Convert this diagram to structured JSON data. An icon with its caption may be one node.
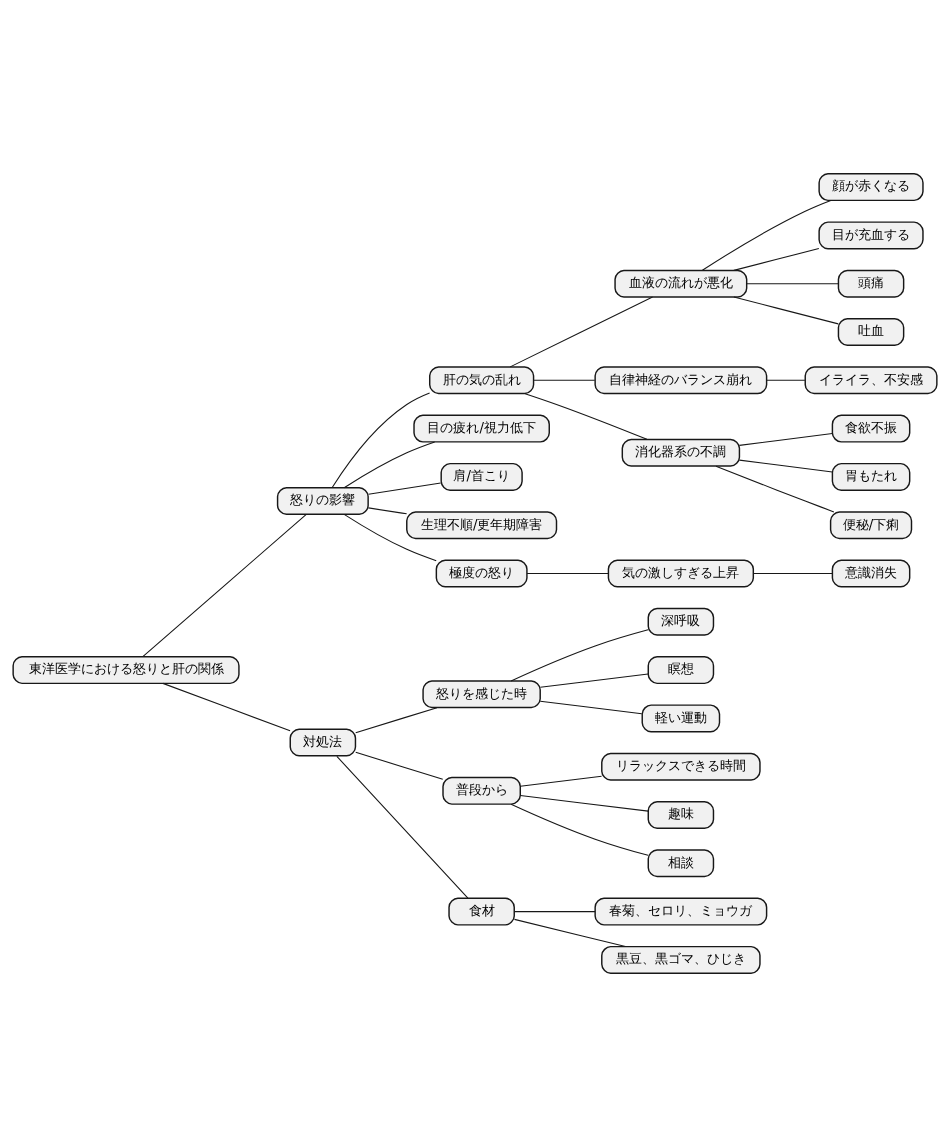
{
  "diagram": {
    "nodes": [
      {
        "text": [
          "東洋医学における怒りと肝の関係"
        ]
      },
      {
        "text": [
          "怒りの影響"
        ]
      },
      {
        "text": [
          "肝の気の乱れ"
        ]
      },
      {
        "text": [
          "血液の流れが悪化"
        ]
      },
      {
        "text": [
          "顔が赤くなる"
        ]
      },
      {
        "text": [
          "目が充血する"
        ]
      },
      {
        "text": [
          "頭痛"
        ]
      },
      {
        "text": [
          "吐血"
        ]
      },
      {
        "text": [
          "自律神経のバランス崩れ"
        ]
      },
      {
        "text": [
          "イライラ、不安感"
        ]
      },
      {
        "text": [
          "消化器系の不調"
        ]
      },
      {
        "text": [
          "食欲不振"
        ]
      },
      {
        "text": [
          "胃もたれ"
        ]
      },
      {
        "text": [
          "便秘/下痢"
        ]
      },
      {
        "text": [
          "目の疲れ/視力低下"
        ]
      },
      {
        "text": [
          "肩/首こり"
        ]
      },
      {
        "text": [
          "生理不順/更年期障害"
        ]
      },
      {
        "text": [
          "極度の怒り"
        ]
      },
      {
        "text": [
          "気の激しすぎる上昇"
        ]
      },
      {
        "text": [
          "意識消失"
        ]
      },
      {
        "text": [
          "対処法"
        ]
      },
      {
        "text": [
          "怒りを感じた時"
        ]
      },
      {
        "text": [
          "深呼吸"
        ]
      },
      {
        "text": [
          "瞑想"
        ]
      },
      {
        "text": [
          "軽い運動"
        ]
      },
      {
        "text": [
          "普段から"
        ]
      },
      {
        "text": [
          "リラックスできる時間"
        ]
      },
      {
        "text": [
          "趣味"
        ]
      },
      {
        "text": [
          "相談"
        ]
      },
      {
        "text": [
          "食材"
        ]
      },
      {
        "text": [
          "春菊、セロリ、ミョウガ"
        ]
      },
      {
        "text": [
          "黒豆、黒ゴマ、ひじき"
        ]
      }
    ],
    "edges": [
      {
        "from": 0,
        "to": 1,
        "arrow": "none"
      },
      {
        "from": 1,
        "to": 2,
        "arrow": "none"
      },
      {
        "from": 2,
        "to": 3,
        "arrow": "none"
      },
      {
        "from": 3,
        "to": 4,
        "arrow": "none"
      },
      {
        "from": 3,
        "to": 5,
        "arrow": "none"
      },
      {
        "from": 3,
        "to": 6,
        "arrow": "none"
      },
      {
        "from": 3,
        "to": 7,
        "arrow": "none"
      },
      {
        "from": 2,
        "to": 8,
        "arrow": "none"
      },
      {
        "from": 8,
        "to": 9,
        "arrow": "none"
      },
      {
        "from": 2,
        "to": 10,
        "arrow": "none"
      },
      {
        "from": 10,
        "to": 11,
        "arrow": "none"
      },
      {
        "from": 10,
        "to": 12,
        "arrow": "none"
      },
      {
        "from": 10,
        "to": 13,
        "arrow": "none"
      },
      {
        "from": 1,
        "to": 14,
        "arrow": "none"
      },
      {
        "from": 1,
        "to": 15,
        "arrow": "none"
      },
      {
        "from": 1,
        "to": 16,
        "arrow": "none"
      },
      {
        "from": 1,
        "to": 17,
        "arrow": "none"
      },
      {
        "from": 17,
        "to": 18,
        "arrow": "none"
      },
      {
        "from": 18,
        "to": 19,
        "arrow": "none"
      },
      {
        "from": 0,
        "to": 20,
        "arrow": "none"
      },
      {
        "from": 20,
        "to": 21,
        "arrow": "none"
      },
      {
        "from": 21,
        "to": 22,
        "arrow": "none"
      },
      {
        "from": 21,
        "to": 23,
        "arrow": "none"
      },
      {
        "from": 21,
        "to": 24,
        "arrow": "none"
      },
      {
        "from": 20,
        "to": 25,
        "arrow": "none"
      },
      {
        "from": 25,
        "to": 26,
        "arrow": "none"
      },
      {
        "from": 25,
        "to": 27,
        "arrow": "none"
      },
      {
        "from": 25,
        "to": 28,
        "arrow": "none"
      },
      {
        "from": 20,
        "to": 29,
        "arrow": "none"
      },
      {
        "from": 29,
        "to": 30,
        "arrow": "none"
      },
      {
        "from": 29,
        "to": 31,
        "arrow": "none"
      }
    ]
  }
}
